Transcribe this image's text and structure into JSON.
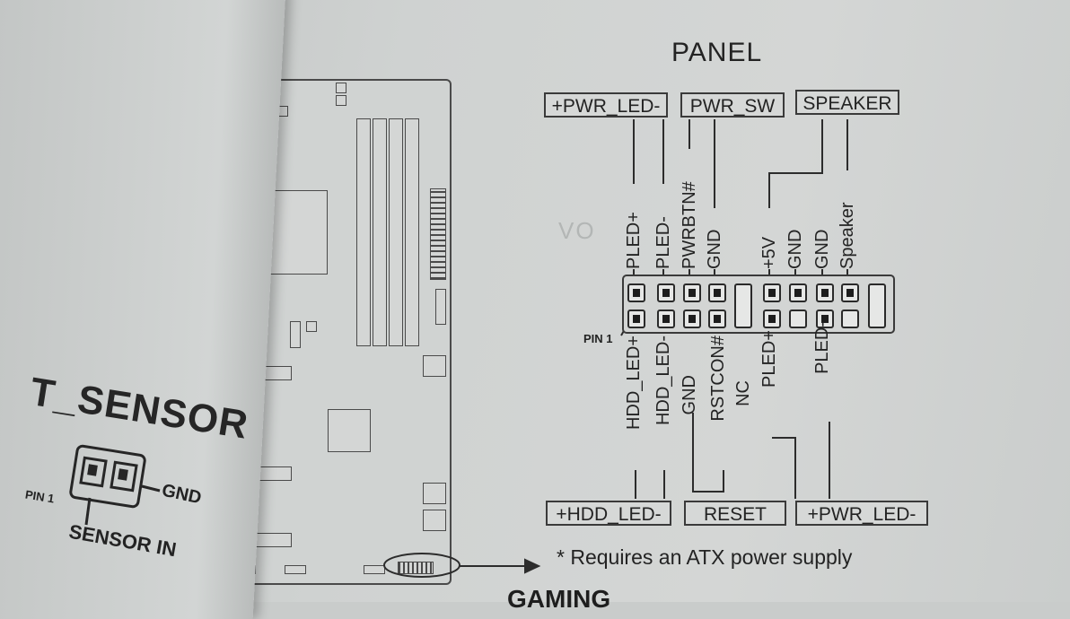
{
  "diagram": {
    "panel_title": "PANEL",
    "top_groups": [
      "+PWR_LED-",
      "PWR_SW",
      "SPEAKER"
    ],
    "bottom_groups": [
      "+HDD_LED-",
      "RESET",
      "+PWR_LED-"
    ],
    "top_pins": [
      "PLED+",
      "PLED-",
      "PWRBTN#",
      "GND",
      "+5V",
      "GND",
      "GND",
      "Speaker"
    ],
    "bottom_pins": [
      "HDD_LED+",
      "HDD_LED-",
      "GND",
      "RSTCON#",
      "NC",
      "PLED+",
      "PLED-"
    ],
    "pin1_label": "PIN 1",
    "note": "* Requires an ATX power supply"
  },
  "sensor": {
    "title": "T_SENSOR",
    "pin1_label": "PIN 1",
    "gnd_label": "GND",
    "input_label": "SENSOR IN"
  },
  "ghost_text": [
    "VO"
  ],
  "bottom_text": "GAMING"
}
